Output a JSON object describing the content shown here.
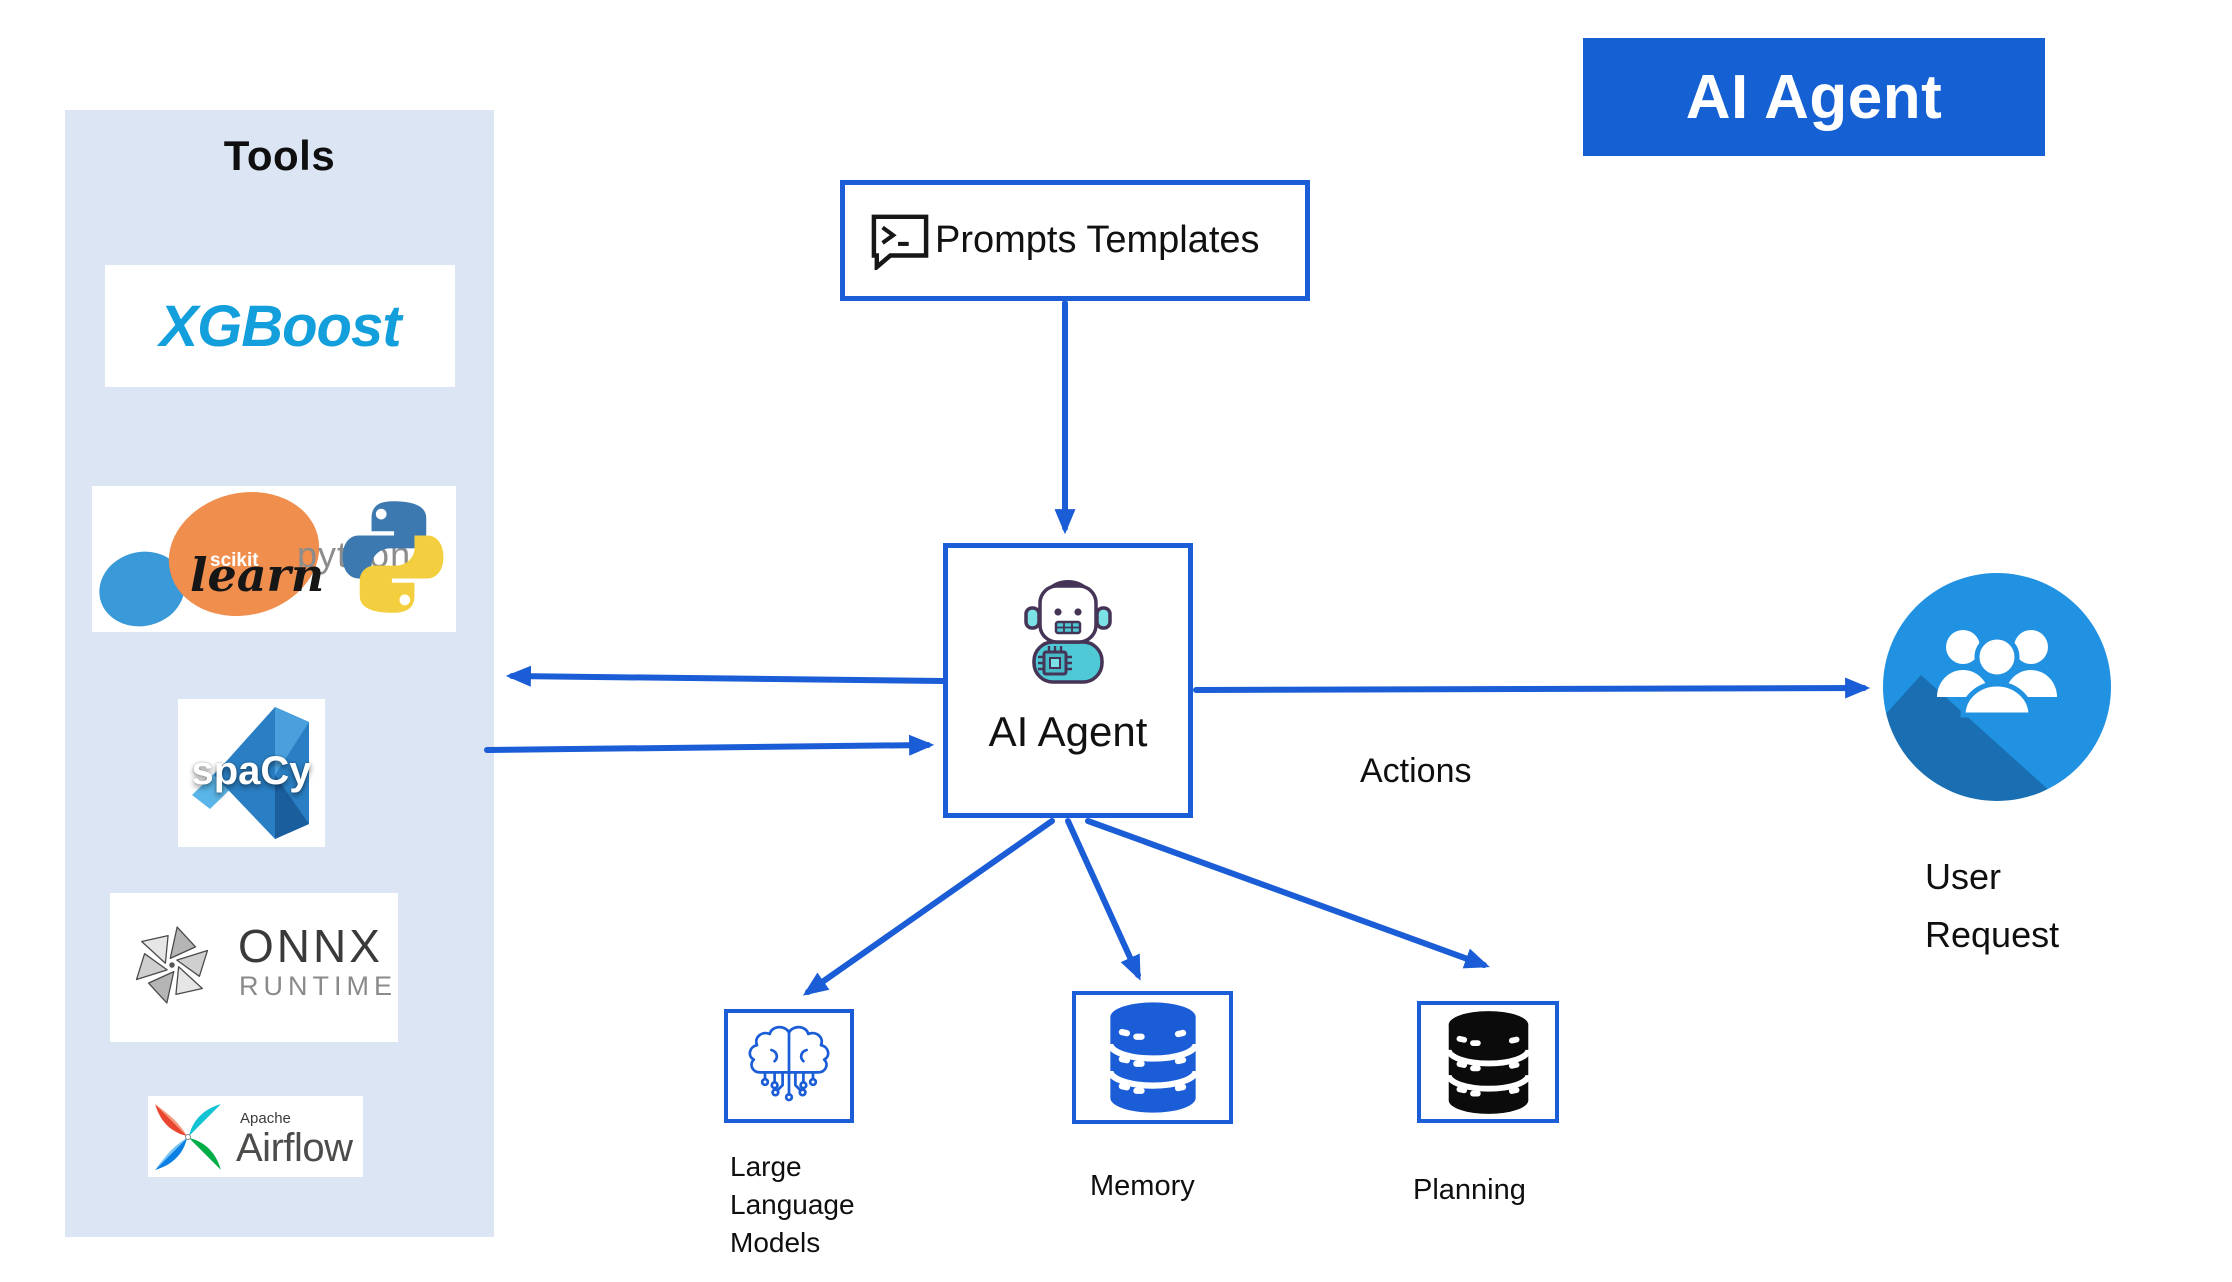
{
  "colors": {
    "accent_blue": "#1b5dd6",
    "banner_bg": "#1560d2",
    "panel_bg": "#dbe5f3",
    "xgboost_blue": "#129fdc",
    "user_circle_blue": "#2191e2",
    "planning_icon": "#0b0b0b"
  },
  "banner": {
    "title": "AI Agent"
  },
  "tools_panel": {
    "title": "Tools",
    "logos": {
      "xgboost": {
        "text": "XGBoost"
      },
      "scikit_learn": {
        "small": "scikit",
        "big": "learn"
      },
      "python": {
        "text": "python"
      },
      "spacy": {
        "text": "spaCy"
      },
      "onnx": {
        "line1": "ONNX",
        "line2": "RUNTIME"
      },
      "airflow": {
        "line1": "Apache",
        "line2": "Airflow"
      }
    }
  },
  "nodes": {
    "prompts": {
      "label": "Prompts Templates",
      "icon": "terminal-chat-icon"
    },
    "agent": {
      "label": "AI Agent",
      "icon": "robot-icon"
    },
    "llm": {
      "label": "Large Language Models",
      "icon": "brain-circuit-icon"
    },
    "memory": {
      "label": "Memory",
      "icon": "database-icon"
    },
    "planning": {
      "label": "Planning",
      "icon": "database-icon"
    },
    "user": {
      "label": "User Request",
      "icon": "user-group-icon"
    }
  },
  "edges": {
    "actions_label": "Actions"
  }
}
